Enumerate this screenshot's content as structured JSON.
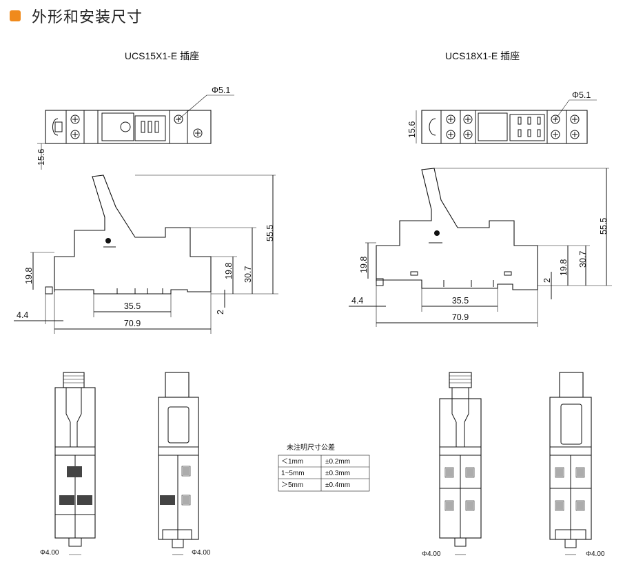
{
  "header": {
    "title": "外形和安装尺寸",
    "accent": "#f08a1c"
  },
  "left": {
    "title": "UCS15X1-E 插座",
    "dims": {
      "phi": "Φ5.1",
      "top_h": "15.6",
      "height": "55.5",
      "h30": "30.7",
      "h19l": "19.8",
      "h19r": "19.8",
      "two": "2",
      "w35": "35.5",
      "w70": "70.9",
      "off": "4.4",
      "pin1": "Φ4.00",
      "pin2": "Φ4.00"
    }
  },
  "right": {
    "title": "UCS18X1-E 插座",
    "dims": {
      "phi": "Φ5.1",
      "top_h": "15.6",
      "height": "55.5",
      "h30": "30.7",
      "h19l": "19.8",
      "h19r": "19.8",
      "two": "2",
      "w35": "35.5",
      "w70": "70.9",
      "off": "4.4",
      "pin1": "Φ4.00",
      "pin2": "Φ4.00"
    }
  },
  "tolerance": {
    "title": "未注明尺寸公差",
    "rows": [
      {
        "range": "＜1mm",
        "tol": "±0.2mm"
      },
      {
        "range": "1~5mm",
        "tol": "±0.3mm"
      },
      {
        "range": "＞5mm",
        "tol": "±0.4mm"
      }
    ]
  }
}
